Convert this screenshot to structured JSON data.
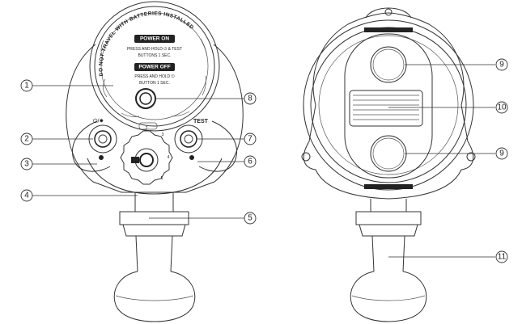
{
  "front_label": {
    "warning": "DO NOT TRAVEL WITH BATTERIES INSTALLED",
    "power_on_title": "POWER ON",
    "power_on_line1": "PRESS AND HOLD ⏻ & TEST",
    "power_on_line2": "BUTTONS 1 SEC.",
    "power_off_title": "POWER OFF",
    "power_off_line1": "PRESS AND HOLD ⏻",
    "power_off_line2": "BUTTON 1 SEC."
  },
  "button_labels": {
    "power": "⏻/☀",
    "test": "TEST"
  },
  "dial_marks": [
    "1",
    "2",
    "3",
    "4",
    "5",
    "6"
  ],
  "callouts": [
    "1",
    "2",
    "3",
    "4",
    "5",
    "6",
    "7",
    "8",
    "9",
    "10",
    "9",
    "11"
  ]
}
